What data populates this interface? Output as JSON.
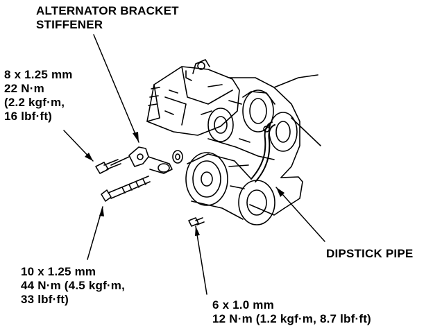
{
  "callouts": {
    "bracket_stiffener": {
      "line1": "ALTERNATOR BRACKET",
      "line2": "STIFFENER"
    },
    "bolt_8mm": {
      "line1": "8 x 1.25 mm",
      "line2": "22 N·m",
      "line3": "(2.2 kgf·m,",
      "line4": "16 lbf·ft)"
    },
    "bolt_10mm": {
      "line1": "10 x 1.25 mm",
      "line2": "44 N·m (4.5 kgf·m,",
      "line3": "33 lbf·ft)"
    },
    "dipstick_pipe": {
      "line1": "DIPSTICK PIPE"
    },
    "bolt_6mm": {
      "line1": "6 x 1.0 mm",
      "line2": "12 N·m (1.2 kgf·m, 8.7 lbf·ft)"
    }
  },
  "colors": {
    "ink": "#000000",
    "paper": "#ffffff"
  }
}
